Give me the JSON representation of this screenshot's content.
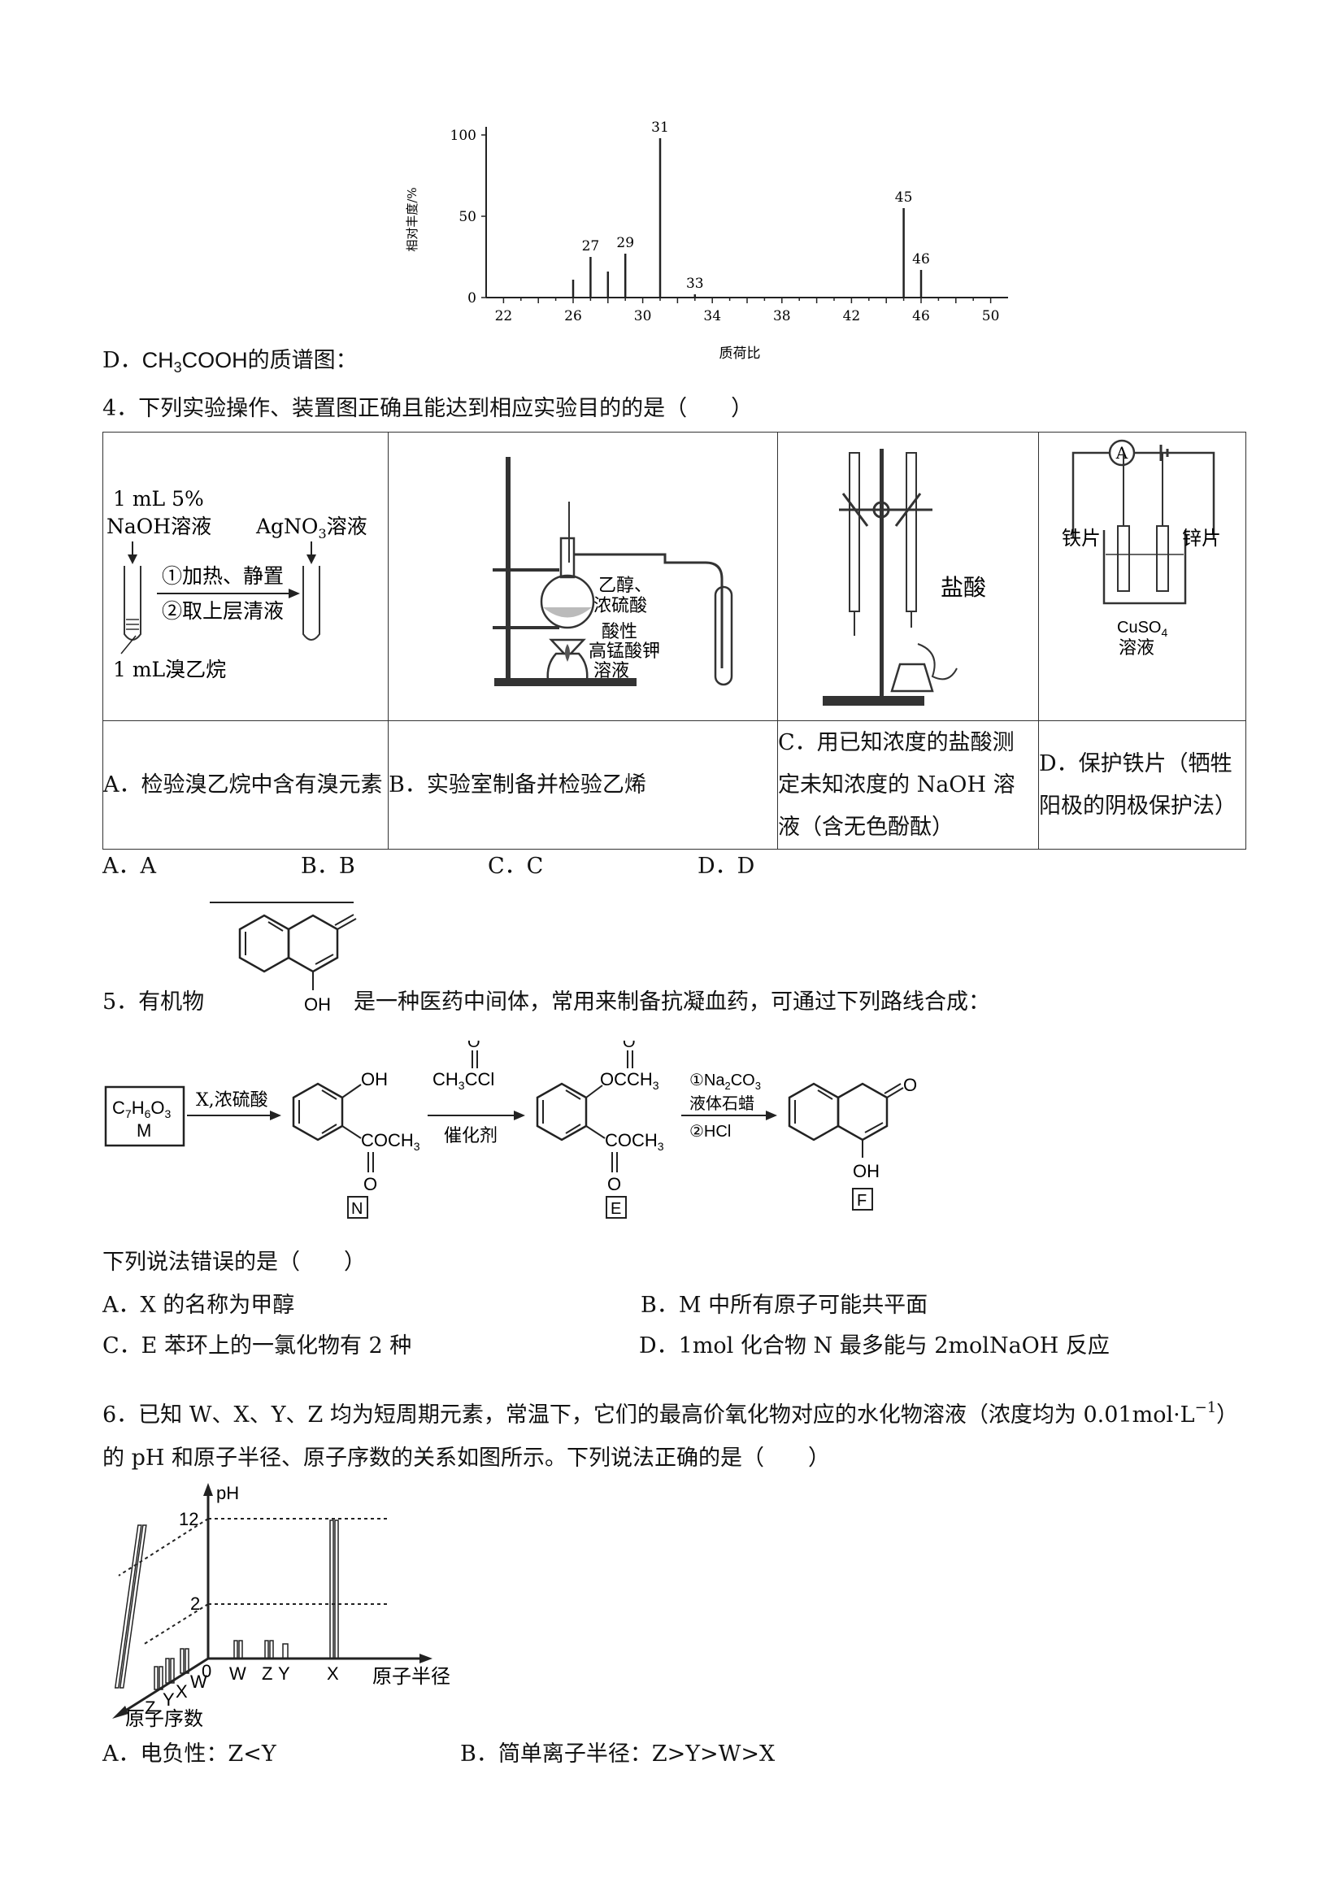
{
  "mass_spectrum": {
    "chart_data": {
      "type": "bar",
      "xlabel": "质荷比",
      "ylabel": "相对丰度/%",
      "xlim": [
        21,
        51
      ],
      "ylim": [
        0,
        100
      ],
      "x_ticks": [
        "22",
        "26",
        "30",
        "34",
        "38",
        "42",
        "46",
        "50"
      ],
      "y_ticks": [
        "0",
        "50",
        "100"
      ],
      "x": [
        26,
        27,
        28,
        29,
        31,
        33,
        45,
        46
      ],
      "values": [
        11,
        25,
        16,
        27,
        98,
        2,
        55,
        17
      ],
      "peak_labels": [
        {
          "x": 27,
          "label": "27"
        },
        {
          "x": 29,
          "label": "29"
        },
        {
          "x": 31,
          "label": "31"
        },
        {
          "x": 33,
          "label": "33"
        },
        {
          "x": 45,
          "label": "45"
        },
        {
          "x": 46,
          "label": "46"
        }
      ]
    }
  },
  "q3d": {
    "prefix": "D．",
    "formula_a": "CH",
    "formula_sub": "3",
    "formula_b": "COOH",
    "suffix": "的质谱图："
  },
  "q4": {
    "stem": "4．下列实验操作、装置图正确且能达到相应实验目的的是（　　）",
    "diagA": {
      "reagent1_l1": "1 mL  5%",
      "reagent1_l2": "NaOH溶液",
      "reagent2_a": "AgNO",
      "reagent2_sub": "3",
      "reagent2_b": "溶液",
      "step1": "①加热、静置",
      "step2": "②取上层清液",
      "bottom": "1 mL溴乙烷"
    },
    "diagB": {
      "l1": "乙醇、",
      "l2": "浓硫酸",
      "l3": "酸性",
      "l4": "高锰酸钾",
      "l5": "溶液"
    },
    "diagC": {
      "label": "盐酸"
    },
    "diagD": {
      "meter": "A",
      "left": "铁片",
      "right": "锌片",
      "sol_a": "CuSO",
      "sol_sub": "4",
      "sol_b": "溶液"
    },
    "captions": {
      "a": "A．检验溴乙烷中含有溴元素",
      "b": "B．实验室制备并检验乙烯",
      "c1": "C．用已知浓度的盐酸测",
      "c2": "定未知浓度的 NaOH 溶",
      "c3": "液（含无色酚酞）",
      "d1": "D．保护铁片（牺牲",
      "d2": "阳极的阴极保护法）"
    },
    "options": [
      "A．A",
      "B．B",
      "C．C",
      "D．D"
    ]
  },
  "q5": {
    "stem_a": "5．有机物",
    "stem_b": "是一种医药中间体，常用来制备抗凝血药，可通过下列路线合成：",
    "oh": "OH",
    "m_formula_a": "C",
    "m_sub1": "7",
    "m_formula_b": "H",
    "m_sub2": "6",
    "m_formula_c": "O",
    "m_sub3": "3",
    "m_label": "M",
    "arrow1": "X,浓硫酸",
    "reagent2_a": "CH",
    "reagent2_sub": "3",
    "reagent2_b": "CCl",
    "reagent2_o": "O",
    "catalyst": "催化剂",
    "arrow3_l1a": "①Na",
    "arrow3_sub1": "2",
    "arrow3_l1b": "CO",
    "arrow3_sub2": "3",
    "arrow3_l2": "液体石蜡",
    "arrow3_l3": "②HCl",
    "n_oh": "OH",
    "n_coch_a": "COCH",
    "n_coch_sub": "3",
    "n_o": "O",
    "n_label": "N",
    "e_occh_a": "OCCH",
    "e_occh_sub": "3",
    "e_o1": "O",
    "e_coch_a": "COCH",
    "e_coch_sub": "3",
    "e_o2": "O",
    "e_label": "E",
    "f_o": "O",
    "f_oh": "OH",
    "f_label": "F",
    "question": "下列说法错误的是（　　）",
    "options": [
      "A．X 的名称为甲醇",
      "B．M 中所有原子可能共平面",
      "C．E 苯环上的一氯化物有 2 种",
      "D．1mol 化合物 N 最多能与 2molNaOH 反应"
    ]
  },
  "q6": {
    "stem1_a": "6．已知 W、X、Y、Z 均为短周期元素，常温下，它们的最高价氧化物对应的水化物溶液（浓度均为 0.01mol·L",
    "stem1_sup": "−1",
    "stem1_b": "）",
    "stem2": "的 pH 和原子半径、原子序数的关系如图所示。下列说法正确的是（　　）",
    "diagram": {
      "ph_label": "pH",
      "y12": "12",
      "y2": "2",
      "origin": "0",
      "x_labels": [
        "W",
        "Z",
        "Y",
        "X"
      ],
      "x_axis": "原子半径",
      "depth_labels": [
        "W",
        "X",
        "Y",
        "Z"
      ],
      "depth_axis": "原子序数"
    },
    "options": [
      "A．电负性：Z<Y",
      "B．简单离子半径：Z>Y>W>X"
    ]
  }
}
